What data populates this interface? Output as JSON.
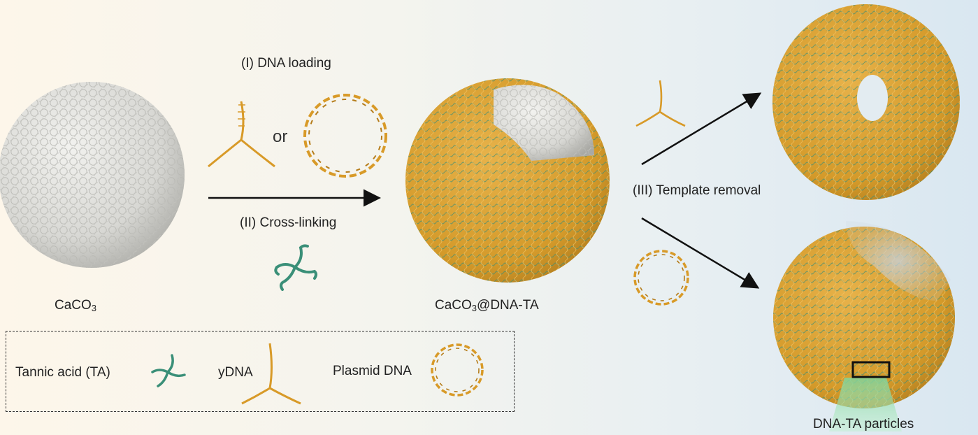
{
  "steps": {
    "dna_loading": "(I) DNA loading",
    "or": "or",
    "cross_linking": "(II) Cross-linking",
    "template_removal": "(III) Template removal"
  },
  "particles": {
    "caco3": {
      "main": "CaCO",
      "sub": "3"
    },
    "caco3_dna_ta": {
      "main": "CaCO",
      "sub": "3",
      "rest": "@DNA-TA"
    },
    "dna_ta": "DNA-TA particles"
  },
  "legend": {
    "tannic_acid": "Tannic acid (TA)",
    "ydna": "yDNA",
    "plasmid": "Plasmid DNA"
  },
  "colors": {
    "dna": "#e0a02a",
    "tannic": "#3a8f78",
    "caco3": "#d4d4d0"
  }
}
